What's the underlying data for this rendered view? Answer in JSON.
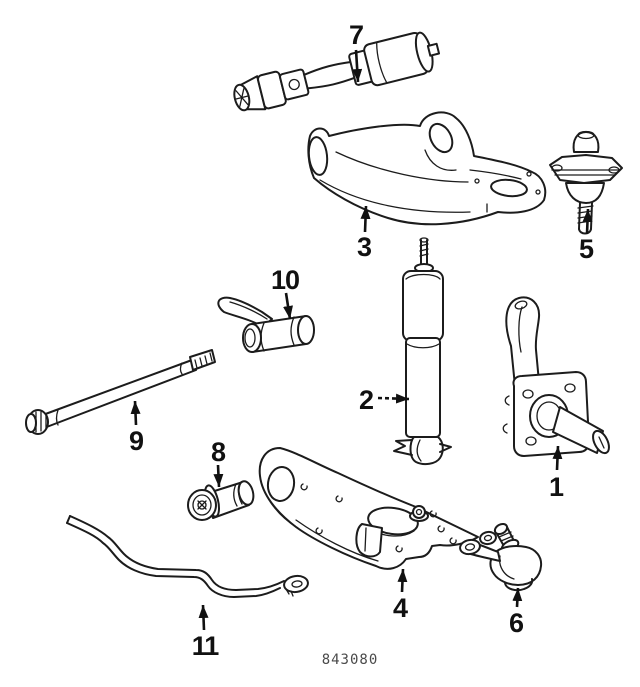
{
  "figure": {
    "code": "843080"
  },
  "colors": {
    "background": "#ffffff",
    "line": "#1c1c1c",
    "label": "#111111",
    "code_text": "#4a4a4a"
  },
  "callouts": [
    {
      "label": "1",
      "part": "steering-knuckle"
    },
    {
      "label": "2",
      "part": "shock-absorber"
    },
    {
      "label": "3",
      "part": "upper-control-arm"
    },
    {
      "label": "4",
      "part": "lower-control-arm"
    },
    {
      "label": "5",
      "part": "upper-ball-joint"
    },
    {
      "label": "6",
      "part": "lower-ball-joint"
    },
    {
      "label": "7",
      "part": "strut-bar"
    },
    {
      "label": "8",
      "part": "lower-arm-bushing"
    },
    {
      "label": "9",
      "part": "torsion-bar"
    },
    {
      "label": "10",
      "part": "torsion-bar-anchor-arm"
    },
    {
      "label": "11",
      "part": "stabilizer-bar"
    }
  ]
}
